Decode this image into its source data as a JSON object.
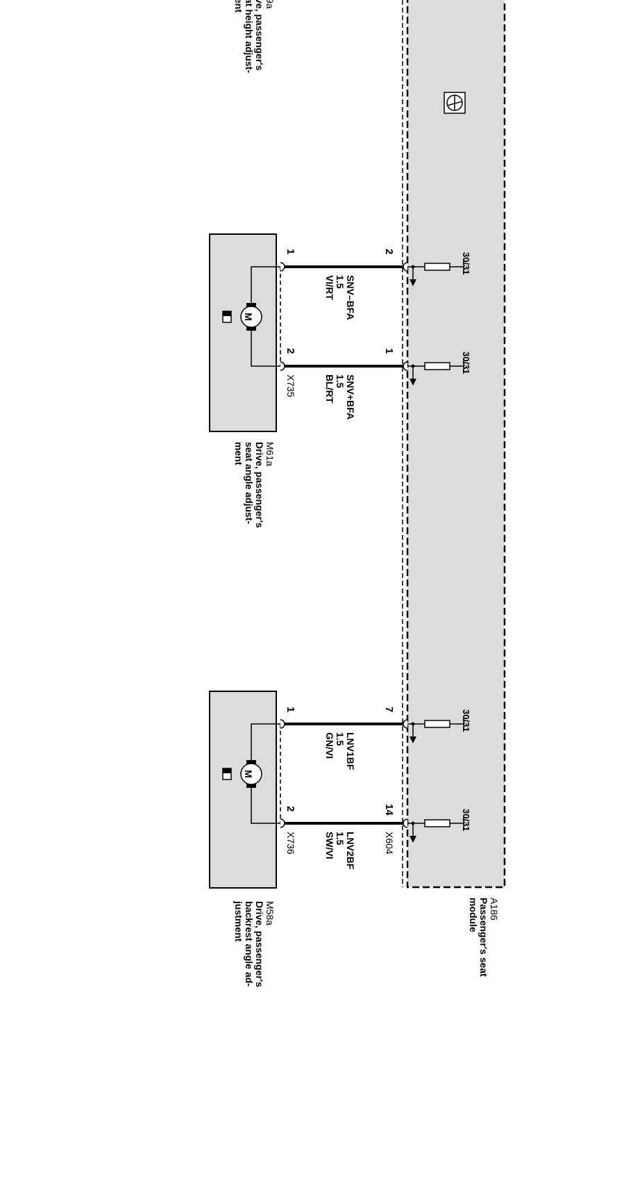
{
  "module": {
    "id": "A186",
    "name_line1": "Passenger's seat",
    "name_line2": "module",
    "connector": "X604",
    "fuse_label": "30/31"
  },
  "top_cut": {
    "id_fragment": "9a",
    "desc_line1": "ve, passenger's",
    "desc_line2": "at height adjust-",
    "desc_line3": "ent"
  },
  "motors": [
    {
      "id": "M61a",
      "desc_line1": "Drive, passenger's",
      "desc_line2": "seat angle adjust-",
      "desc_line3": "ment",
      "connector": "X735",
      "motor_symbol": "M",
      "wires": [
        {
          "motor_pin": "1",
          "module_pin": "2",
          "signal": "SNV–BFA",
          "gauge": "1.5",
          "color": "VI/RT"
        },
        {
          "motor_pin": "2",
          "module_pin": "1",
          "signal": "SNV+BFA",
          "gauge": "1.5",
          "color": "BL/RT"
        }
      ]
    },
    {
      "id": "M58a",
      "desc_line1": "Drive, passenger's",
      "desc_line2": "backrest angle ad-",
      "desc_line3": "justment",
      "connector": "X736",
      "motor_symbol": "M",
      "wires": [
        {
          "motor_pin": "1",
          "module_pin": "7",
          "signal": "LNV1BF",
          "gauge": "1.5",
          "color": "GN/VI"
        },
        {
          "motor_pin": "2",
          "module_pin": "14",
          "signal": "LNV2BF",
          "gauge": "1.5",
          "color": "SW/VI"
        }
      ]
    }
  ]
}
